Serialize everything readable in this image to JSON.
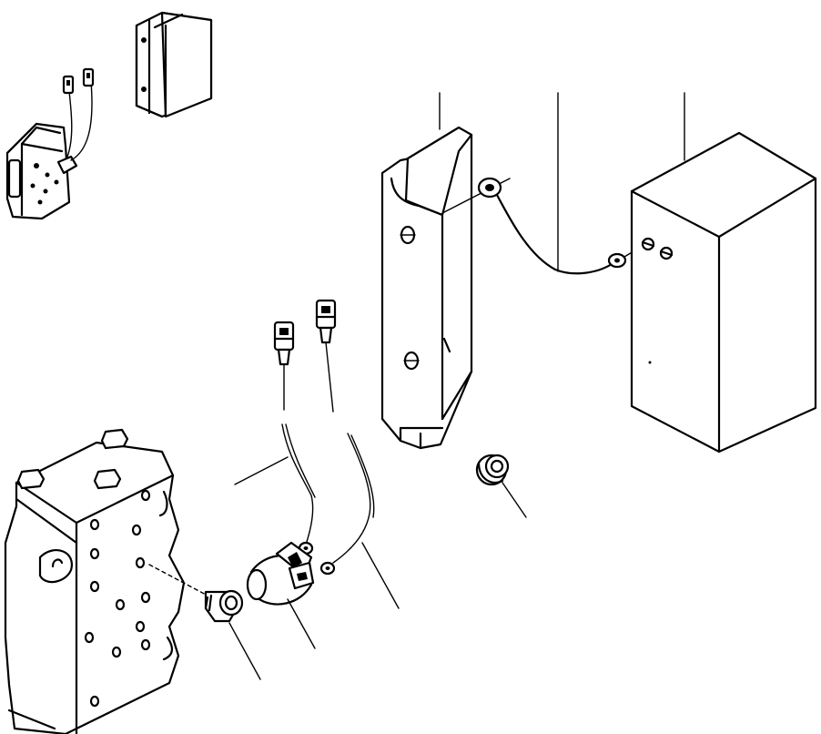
{
  "diagram": {
    "components": [
      "connector-housing",
      "solenoid-unit",
      "bracket",
      "ground-wire",
      "electrical-box",
      "connector-lead-a",
      "connector-lead-b",
      "valve-body",
      "fitting",
      "solenoid-sensor",
      "plug"
    ],
    "leader_lines": 5
  }
}
